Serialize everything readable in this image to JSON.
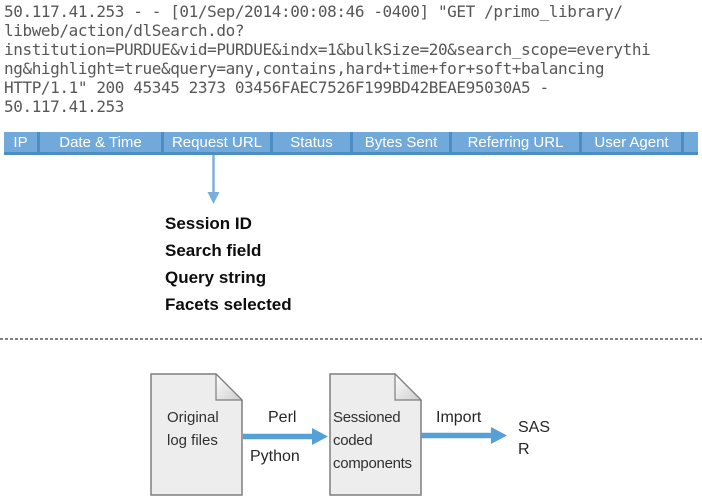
{
  "log_entry": {
    "text": "50.117.41.253 - - [01/Sep/2014:00:08:46 -0400] \"GET /primo_library/\nlibweb/action/dlSearch.do?\ninstitution=PURDUE&vid=PURDUE&indx=1&bulkSize=20&search_scope=everythi\nng&highlight=true&query=any,contains,hard+time+for+soft+balancing\nHTTP/1.1\" 200 45345 2373 03456FAEC7526F199BD42BEAE95030A5 -\n50.117.41.253"
  },
  "log_table": {
    "columns": [
      "IP",
      "Date & Time",
      "Request URL",
      "Status",
      "Bytes Sent",
      "Referring URL",
      "User Agent"
    ]
  },
  "request_url_fields": {
    "items": [
      "Session ID",
      "Search field",
      "Query string",
      "Facets selected"
    ]
  },
  "pipeline": {
    "source_doc_label": "Original\nlog files",
    "arrow1_label_top": "Perl",
    "arrow1_label_bottom": "Python",
    "target_doc_label": "Sessioned\ncoded\ncomponents",
    "arrow2_label": "Import",
    "outputs": [
      "SAS",
      "R"
    ]
  },
  "icons": {
    "down_arrow": "down-arrow-icon",
    "flow_arrow": "right-arrow-icon",
    "document": "document-page-icon"
  },
  "colors": {
    "table_header_fill": "#71aada",
    "table_header_divider": "#4c8dc4",
    "header_text": "#ffffff",
    "down_arrow_blue": "#79aedd",
    "flow_arrow_blue": "#56a0d8",
    "document_fill": "#ededed",
    "document_border": "#7f7f7f",
    "log_text_gray": "#575757",
    "divider_gray": "#7f7f7f"
  }
}
